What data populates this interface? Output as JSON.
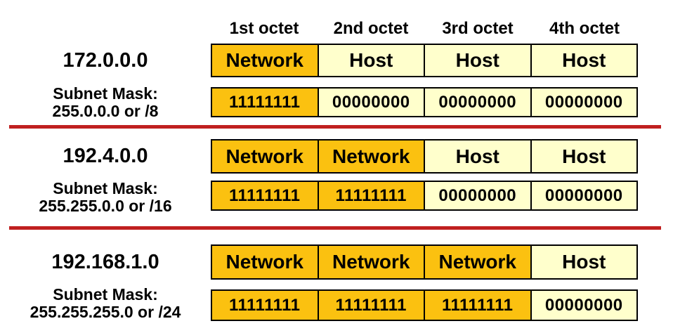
{
  "header": {
    "octet_labels": [
      "1st octet",
      "2nd octet",
      "3rd octet",
      "4th octet"
    ]
  },
  "colors": {
    "network_fill": "#FBC110",
    "host_fill": "#FFFFCC",
    "divider_red": "#C02020",
    "border": "#000000",
    "text": "#000000",
    "background": "#FFFFFF"
  },
  "sections": [
    {
      "address": "172.0.0.0",
      "mask_label": "Subnet Mask:",
      "mask_value": "255.0.0.0 or /8",
      "roles": [
        "Network",
        "Host",
        "Host",
        "Host"
      ],
      "bits": [
        "11111111",
        "00000000",
        "00000000",
        "00000000"
      ]
    },
    {
      "address": "192.4.0.0",
      "mask_label": "Subnet Mask:",
      "mask_value": "255.255.0.0 or /16",
      "roles": [
        "Network",
        "Network",
        "Host",
        "Host"
      ],
      "bits": [
        "11111111",
        "11111111",
        "00000000",
        "00000000"
      ]
    },
    {
      "address": "192.168.1.0",
      "mask_label": "Subnet Mask:",
      "mask_value": "255.255.255.0 or /24",
      "roles": [
        "Network",
        "Network",
        "Network",
        "Host"
      ],
      "bits": [
        "11111111",
        "11111111",
        "11111111",
        "00000000"
      ]
    }
  ]
}
